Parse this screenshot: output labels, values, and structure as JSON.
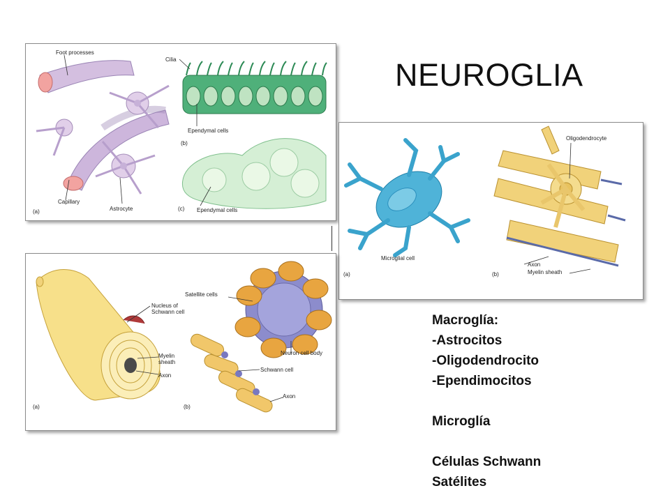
{
  "slide": {
    "title": "NEUROGLIA",
    "macroglia_heading": "Macroglía:",
    "macroglia_items": [
      "-Astrocitos",
      "-Oligodendrocito",
      "-Ependimocitos"
    ],
    "microglia_heading": "Microglía",
    "schwann_heading": "Células Schwann",
    "satellite_heading": "Satélites"
  },
  "figure_astro_ependymal": {
    "foot_processes": "Foot processes",
    "capillary": "Capillary",
    "astrocyte": "Astrocyte",
    "panel_a": "(a)",
    "cilia": "Cilia",
    "ependymal_cells_b": "Ependymal cells",
    "panel_b": "(b)",
    "panel_c": "(c)",
    "ependymal_cells_c": "Ependymal cells"
  },
  "figure_microglia_oligo": {
    "oligodendrocyte": "Oligodendrocyte",
    "microglial_cell": "Microglial cell",
    "axon": "Axon",
    "myelin_sheath": "Myelin sheath",
    "panel_a": "(a)",
    "panel_b": "(b)"
  },
  "figure_schwann_satellite": {
    "nucleus_of_schwann_cell": "Nucleus of\nSchwann cell",
    "myelin_sheath": "Myelin\nsheath",
    "axon_a": "Axon",
    "satellite_cells": "Satellite cells",
    "neuron_cell_body": "Neuron cell body",
    "schwann_cell": "Schwann cell",
    "axon_b": "Axon",
    "panel_a": "(a)",
    "panel_b": "(b)"
  },
  "colors": {
    "astrocyte_fill": "#d9c6e4",
    "capillary_fill": "#c8b4dc",
    "capillary_lumen": "#f2a3a0",
    "ependymal_green": "#3fa66b",
    "ependymal_light": "#bfe3c2",
    "microglia_blue": "#4fb3d8",
    "oligo_yellow": "#f1d27a",
    "schwann_yellow": "#f7e08a",
    "satellite_orange": "#e8a540",
    "neuron_purple": "#8c8ccc"
  }
}
